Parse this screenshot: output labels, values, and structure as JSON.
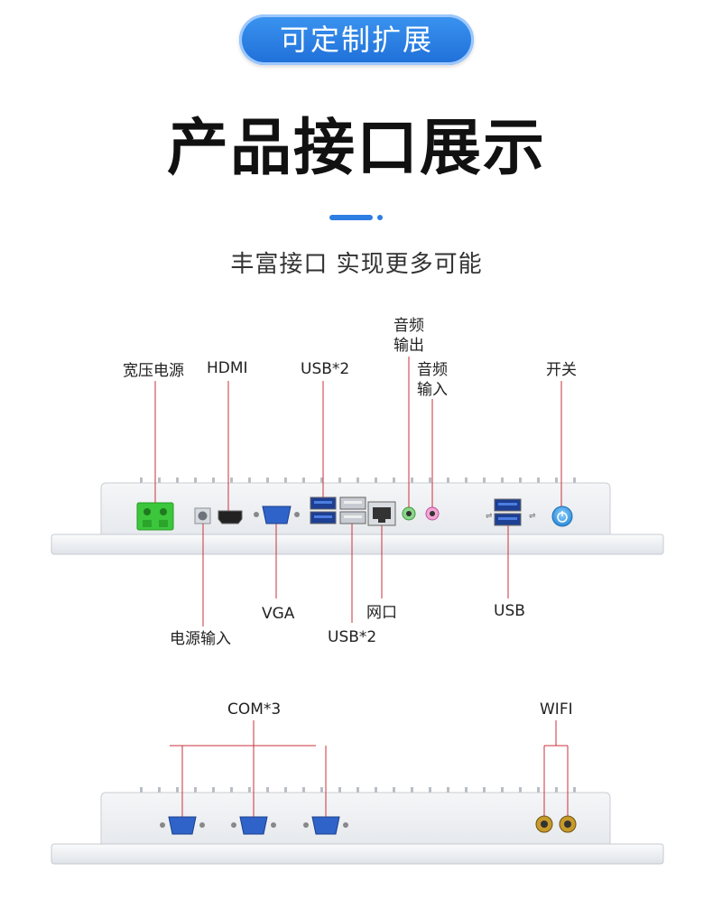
{
  "header": {
    "badge": "可定制扩展",
    "title": "产品接口展示",
    "subtitle": "丰富接口 实现更多可能"
  },
  "ports_top": {
    "wide_voltage_power": "宽压电源",
    "hdmi": "HDMI",
    "usb2_top": "USB*2",
    "audio_out": "音频输出",
    "audio_in": "音频输入",
    "power_switch": "开关",
    "power_input": "电源输入",
    "vga": "VGA",
    "usb2_bottom": "USB*2",
    "network": "网口",
    "usb": "USB"
  },
  "ports_bottom": {
    "com": "COM*3",
    "wifi": "WIFI"
  },
  "colors": {
    "accent": "#2d7de3",
    "callout_line": "#c8323c",
    "terminal_green": "#3cc63c",
    "vga_blue": "#2f63c9"
  }
}
